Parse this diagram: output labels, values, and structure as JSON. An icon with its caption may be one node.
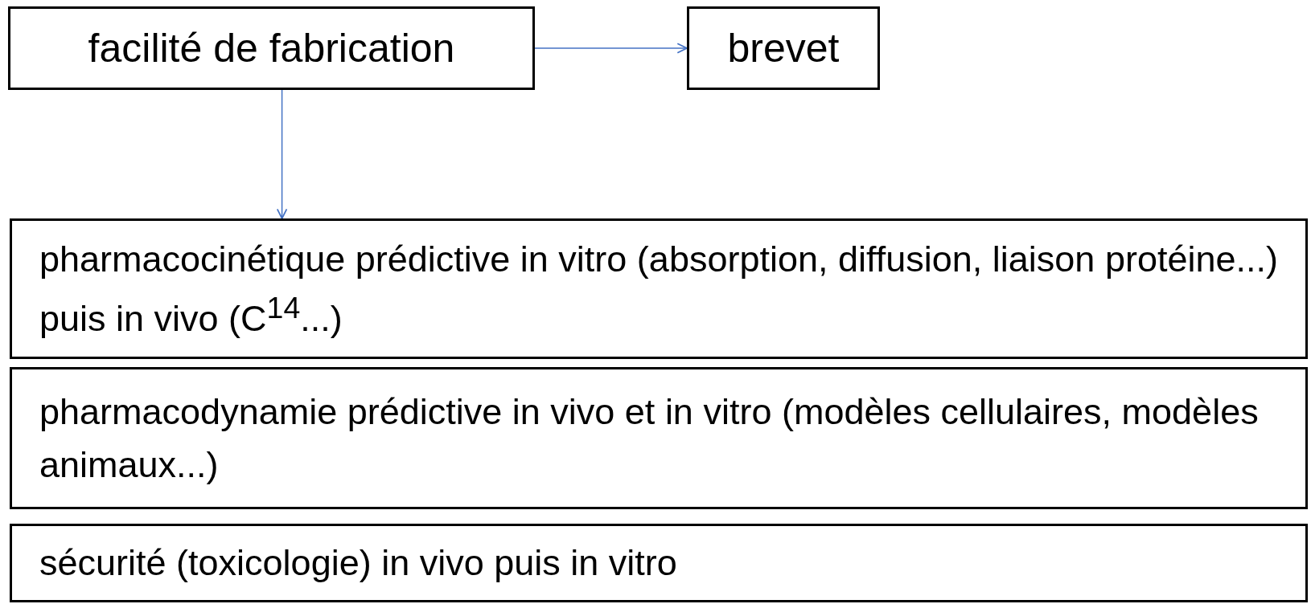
{
  "diagram": {
    "nodes": [
      {
        "text": [
          "facilité de fabrication"
        ]
      },
      {
        "text": [
          "brevet"
        ]
      },
      {
        "text": [
          "pharmacocinétique prédictive in vitro (absorption, diffusion, liaison protéine...) puis in vivo (C$^{14}$...)"
        ]
      },
      {
        "text": [
          "pharmacodynamie prédictive in vivo et in vitro (modèles cellulaires, modèles animaux...)"
        ]
      },
      {
        "text": [
          "sécurité (toxicologie) in vivo puis in vitro"
        ]
      }
    ],
    "edges": [
      {
        "from": 0,
        "to": 1,
        "arrow": "to"
      },
      {
        "from": 0,
        "to": 2,
        "arrow": "to"
      }
    ]
  }
}
